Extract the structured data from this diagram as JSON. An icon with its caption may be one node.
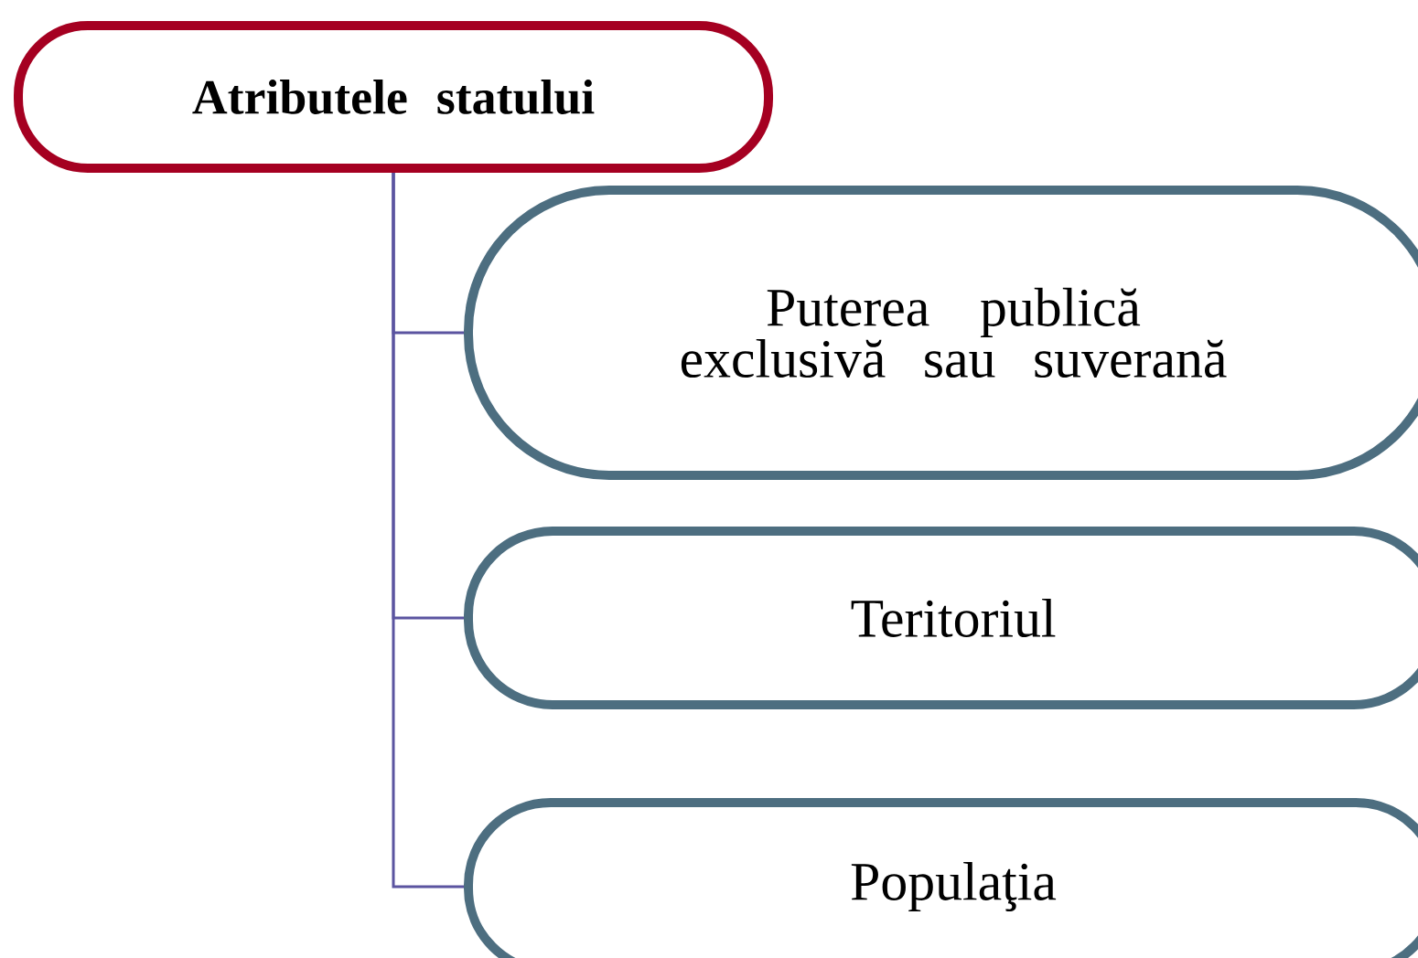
{
  "diagram": {
    "nodes": [
      {
        "text": [
          "Atributele statului"
        ]
      },
      {
        "text": [
          "Puterea publică exclusivă sau suverană"
        ]
      },
      {
        "text": [
          "Teritoriul"
        ]
      },
      {
        "text": [
          "Populaţia"
        ]
      }
    ],
    "edges": [
      {
        "from": 0,
        "to": 1,
        "arrow": "none"
      },
      {
        "from": 0,
        "to": 2,
        "arrow": "none"
      },
      {
        "from": 0,
        "to": 3,
        "arrow": "none"
      }
    ]
  }
}
